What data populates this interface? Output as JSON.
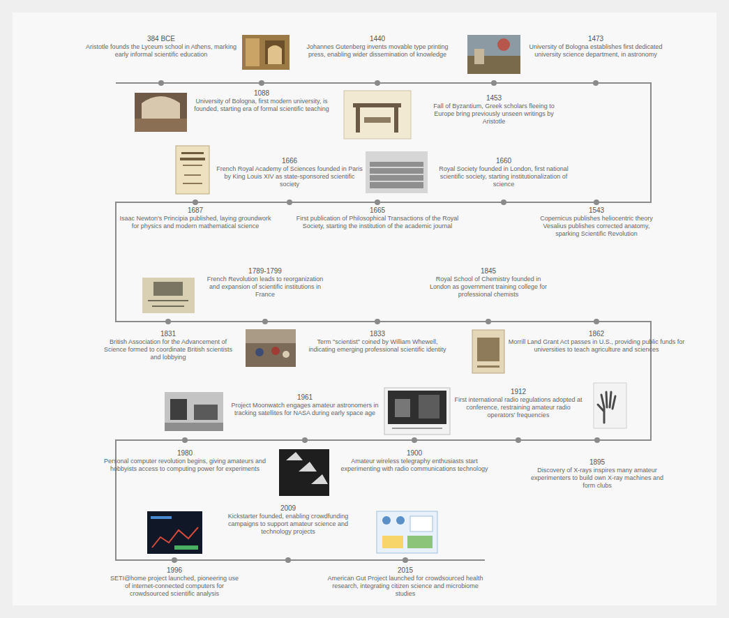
{
  "diagram": {
    "labels": [
      "384 BCE",
      "Aristotle founds the Lyceum school in Athens, marking early informal scientific education",
      "1088",
      "University of Bologna, first modern university, is founded, starting era of formal scientific teaching",
      "1440",
      "Johannes Gutenberg invents movable type printing press, enabling wider dissemination of knowledge",
      "1453",
      "Fall of Byzantium, Greek scholars fleeing to Europe bring previously unseen writings by Aristotle",
      "1473",
      "University of Bologna establishes first dedicated university science department, in astronomy",
      "1543",
      "Copernicus publishes heliocentric theory Vesalius publishes corrected anatomy, sparking Scientific Revolution",
      "1660",
      "Royal Society founded in London, first national scientific society, starting institutionalization of science",
      "1665",
      "First publication of Philosophical Transactions of the Royal Society, starting the institution of the academic journal",
      "1666",
      "French Royal Academy of Sciences founded in Paris by King Louis XIV as state-sponsored scientific society",
      "1687",
      "Isaac Newton's Principia published, laying groundwork for physics and modern mathematical science",
      "1831",
      "British Association for the Advancement of Science formed to coordinate British scientists and lobbying",
      "1789-1799",
      "French Revolution leads to reorganization and expansion of scientific institutions in France",
      "1833",
      "Term \"scientist\" coined by William Whewell, indicating emerging professional scientific identity",
      "1845",
      "Royal School of Chemistry founded in London as government training college for professional chemists",
      "1862",
      "Morrill Land Grant Act passes in U.S., providing public funds for universities to teach agriculture and sciences",
      "1895",
      "Discovery of X-rays inspires many amateur experimenters to build own X-ray machines and form clubs",
      "1912",
      "First international radio regulations adopted at conference, restraining amateur radio operators' frequencies",
      "1900",
      "Amateur wireless telegraphy enthusiasts start experimenting with radio communications technology",
      "1961",
      "Project Moonwatch engages amateur astronomers in tracking satellites for NASA during early space age",
      "1980",
      "Personal computer revolution begins, giving amateurs and hobbyists access to computing power for experiments",
      "1996",
      "SETI@home project launched, pioneering use of internet-connected computers for crowdsourced scientific analysis",
      "2009",
      "Kickstarter founded, enabling crowdfunding campaigns to support amateur science and technology projects",
      "2015",
      "American Gut Project launched for crowdsourced health research, integrating citizen science and microbiome studies"
    ]
  }
}
